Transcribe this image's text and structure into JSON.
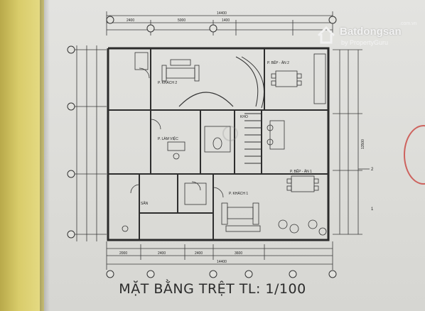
{
  "title": "MẶT BẰNG TRỆT TL: 1/100",
  "watermark": {
    "brand": "Batdongsan",
    "domain": ".com.vn",
    "by": "by PropertyGuru"
  },
  "rooms": {
    "khach2": "P. KHÁCH 2",
    "bep_an2": "P. BẾP - ĂN 2",
    "lam_viec": "P. LÀM VIỆC",
    "kho": "KHO",
    "bep_an1": "P. BẾP - ĂN 1",
    "khach1": "P. KHÁCH 1",
    "san": "SÂN"
  },
  "dims": {
    "top_total": "14400",
    "top_left": "2400",
    "top_b": "5000",
    "top_c": "1400",
    "bottom_total": "14400",
    "bottom_a": "2000",
    "bottom_b": "2400",
    "bottom_c": "2400",
    "bottom_d": "3600",
    "right_total": "13500"
  },
  "axis_marks": [
    "1",
    "2"
  ],
  "colors": {
    "line": "#3a3a3a",
    "paper": "#deded9",
    "watermark": "#f2f2f2",
    "stamp": "#c9433f"
  }
}
